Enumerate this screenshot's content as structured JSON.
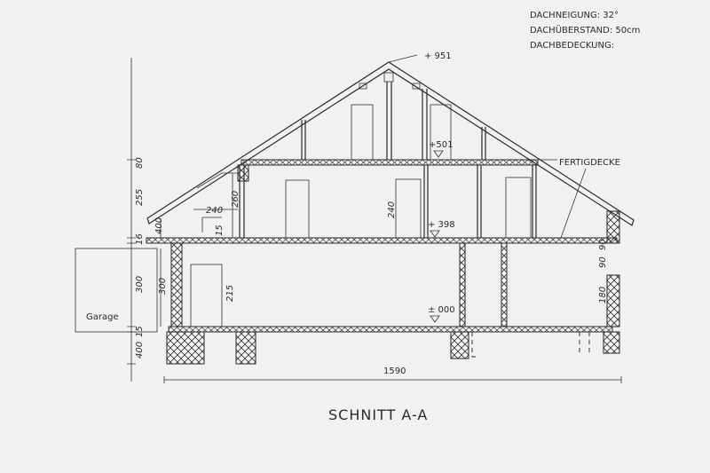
{
  "notes": {
    "roof_pitch": "DACHNEIGUNG: 32°",
    "roof_overhang": "DACHÜBERSTAND: 50cm",
    "roof_covering": "DACHBEDECKUNG:"
  },
  "levels": {
    "ridge": "+ 951",
    "attic": "+501",
    "upper": "+ 398",
    "ground": "± 000"
  },
  "labels": {
    "fertigdecke": "FERTIGDECKE",
    "garage": "Garage",
    "title": "SCHNITT A-A"
  },
  "dimensions": {
    "left": [
      "80",
      "255",
      "16",
      "300",
      "15",
      "400"
    ],
    "inner_left": [
      "400",
      "300"
    ],
    "dormer_width": "240",
    "dormer_height": "260",
    "dormer_step": "15",
    "door_height": "215",
    "upper_room_height": "240",
    "right": [
      "90",
      "90",
      "180"
    ],
    "total_length": "1590"
  }
}
